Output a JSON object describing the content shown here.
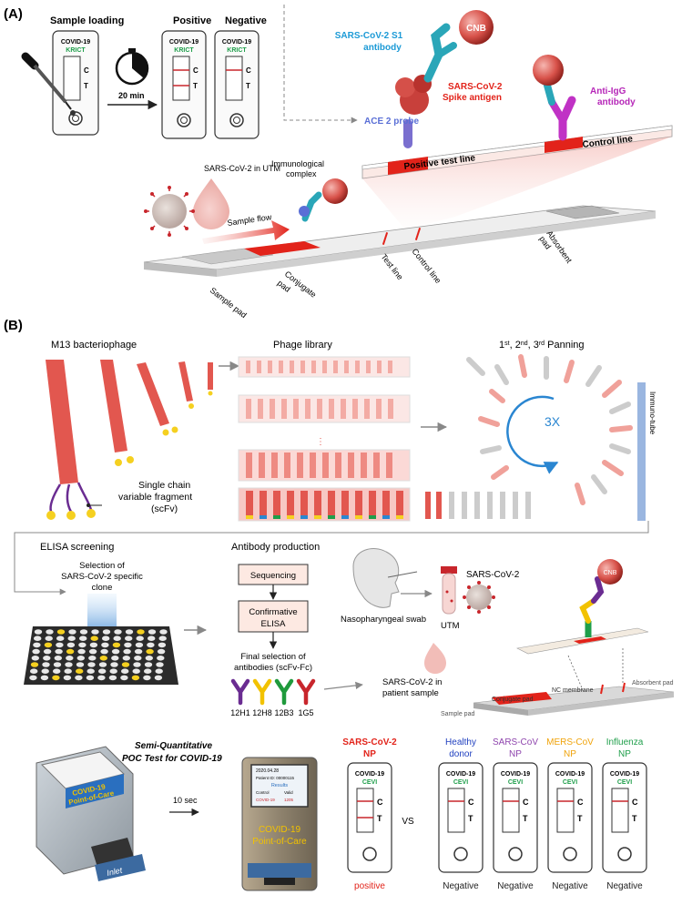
{
  "panel_a": {
    "label": "(A)",
    "sample_loading": "Sample loading",
    "positive": "Positive",
    "negative": "Negative",
    "cassette_brand": "COVID-19",
    "cassette_sub": "KRICT",
    "c_mark": "C",
    "t_mark": "T",
    "timer_label": "20 min",
    "s1_antibody_1": "SARS-CoV-2 S1",
    "s1_antibody_2": "antibody",
    "cnb": "CNB",
    "spike_1": "SARS-CoV-2",
    "spike_2": "Spike antigen",
    "ace2": "ACE 2 probe",
    "anti_igg_1": "Anti-IgG",
    "anti_igg_2": "antibody",
    "positive_test_line": "Positive test line",
    "control_line_top": "Control line",
    "sars_in_utm": "SARS-CoV-2 in UTM",
    "immuno_complex_1": "Immunological",
    "immuno_complex_2": "complex",
    "sample_flow": "Sample flow",
    "sample_pad": "Sample pad",
    "conjugate_1": "Conjugate",
    "conjugate_2": "pad",
    "test_line": "Test line",
    "control_line": "Control line",
    "absorbent_1": "Absorbent",
    "absorbent_2": "pad"
  },
  "panel_b": {
    "label": "(B)",
    "m13": "M13 bacteriophage",
    "phage_library": "Phage library",
    "panning_1": "1",
    "panning_st": "st",
    "panning_2": ", 2",
    "panning_nd": "nd",
    "panning_3": ", 3",
    "panning_rd": "rd",
    "panning_end": " Panning",
    "three_x": "3X",
    "immuno_tube": "Immuno-tube",
    "scfv_1": "Single chain",
    "scfv_2": "variable fragment",
    "scfv_3": "(scFv)",
    "elisa_screening": "ELISA screening",
    "selection_1": "Selection of",
    "selection_2": "SARS-CoV-2 specific",
    "selection_3": "clone",
    "antibody_production": "Antibody production",
    "sequencing": "Sequencing",
    "confirmative_1": "Confirmative",
    "confirmative_2": "ELISA",
    "final_1": "Final selection of",
    "final_2": "antibodies (scFv-Fc)",
    "antibodies": [
      "12H1",
      "12H8",
      "12B3",
      "1G5"
    ],
    "antibody_colors": [
      "#6a2c91",
      "#f2c200",
      "#1f9a3c",
      "#c8262c"
    ],
    "sars_cov_2": "SARS-CoV-2",
    "nasopharyngeal": "Nasopharyngeal swab",
    "utm": "UTM",
    "patient_1": "SARS-CoV-2 in",
    "patient_2": "patient sample",
    "nc_membrane": "NC membrane",
    "conjugate_pad": "Conjugate pad",
    "sample_pad_small": "Sample pad",
    "absorbent_pad_small": "Absorbent pad",
    "cnb_small": "CNB"
  },
  "poc": {
    "title_1": "Semi-Quantitative",
    "title_2": "POC Test for COVID-19",
    "device_1": "COVID-19",
    "device_2": "Point-of-Care",
    "inlet": "Inlet",
    "ten_sec": "10 sec",
    "screen_date": "2020.04.28",
    "screen_patient": "Patient ID: 00000115",
    "screen_results": "Results",
    "screen_control": "Control",
    "screen_valid": "Valid",
    "screen_covid": "COVID-19",
    "screen_value": "1205",
    "vs": "VS",
    "cassette_brand": "COVID-19",
    "cassette_sub": "CEVI",
    "tests": [
      {
        "name_1": "SARS-CoV-2",
        "name_2": "NP",
        "color": "#e2231a",
        "result": "positive",
        "result_color": "#e2231a"
      },
      {
        "name_1": "Healthy",
        "name_2": "donor",
        "color": "#1f3fbf",
        "result": "Negative",
        "result_color": "#222222"
      },
      {
        "name_1": "SARS-CoV",
        "name_2": "NP",
        "color": "#8e44ad",
        "result": "Negative",
        "result_color": "#222222"
      },
      {
        "name_1": "MERS-CoV",
        "name_2": "NP",
        "color": "#f0a30a",
        "result": "Negative",
        "result_color": "#222222"
      },
      {
        "name_1": "Influenza",
        "name_2": "NP",
        "color": "#1e9e4a",
        "result": "Negative",
        "result_color": "#222222"
      }
    ]
  }
}
